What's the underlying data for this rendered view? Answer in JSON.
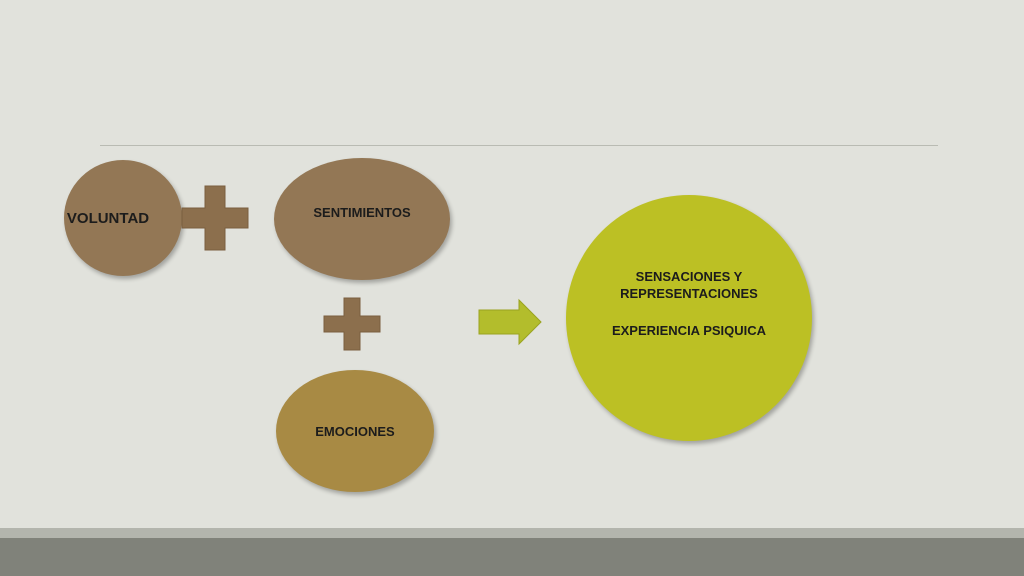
{
  "diagram": {
    "nodes": {
      "voluntad": "VOLUNTAD",
      "sentimientos": "SENTIMIENTOS",
      "emociones": "EMOCIONES",
      "result_line1": "SENSACIONES Y",
      "result_line2": "REPRESENTACIONES",
      "result_line3": "EXPERIENCIA PSIQUICA"
    },
    "colors": {
      "background": "#e1e2dc",
      "brown_ellipse": "#937755",
      "ochre_ellipse": "#a88a44",
      "result_circle": "#bcc024",
      "plus_sign": "#8c6f4d",
      "arrow": "#b3bd2c"
    },
    "icons": [
      "plus-icon",
      "plus-icon",
      "arrow-right-icon"
    ]
  }
}
